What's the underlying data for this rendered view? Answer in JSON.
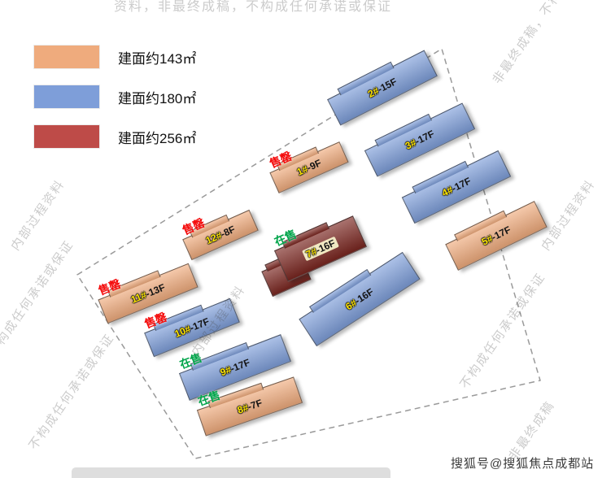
{
  "legend": {
    "items": [
      {
        "label": "建面约143㎡",
        "color": "#EFAB7D"
      },
      {
        "label": "建面约180㎡",
        "color": "#7E9ED9"
      },
      {
        "label": "建面约256㎡",
        "color": "#BE4B48"
      }
    ]
  },
  "buildings": [
    {
      "num": "2#",
      "floors": "-15F",
      "status": ""
    },
    {
      "num": "3#",
      "floors": "-17F",
      "status": ""
    },
    {
      "num": "4#",
      "floors": "-17F",
      "status": ""
    },
    {
      "num": "5#",
      "floors": "-17F",
      "status": ""
    },
    {
      "num": "1#",
      "floors": "-9F",
      "status": "售罄"
    },
    {
      "num": "12#",
      "floors": "-8F",
      "status": "售罄"
    },
    {
      "num": "11#",
      "floors": "-13F",
      "status": "售罄"
    },
    {
      "num": "10#",
      "floors": "-17F",
      "status": "售罄"
    },
    {
      "num": "7#",
      "floors": "-16F",
      "status": "在售"
    },
    {
      "num": "6#",
      "floors": "-16F",
      "status": ""
    },
    {
      "num": "9#",
      "floors": "-17F",
      "status": "在售"
    },
    {
      "num": "8#",
      "floors": "-7F",
      "status": "在售"
    }
  ],
  "status_colors": {
    "sold_out": "#F40B0B",
    "on_sale": "#00A44A"
  },
  "watermarks": [
    {
      "text": "资料，非最终成稿，不构成任何承诺或保证"
    },
    {
      "text": "内部过程资料"
    },
    {
      "text": "不构成任何承诺或保证"
    },
    {
      "text": "非最终成稿，不构"
    },
    {
      "text": "内部过程资料"
    },
    {
      "text": "不构成任何承诺或保证"
    },
    {
      "text": "内部过程资料"
    },
    {
      "text": "不构成任何承诺或保证"
    },
    {
      "text": "非最终成稿"
    }
  ],
  "footer": {
    "credit": "搜狐号@搜狐焦点成都站"
  }
}
